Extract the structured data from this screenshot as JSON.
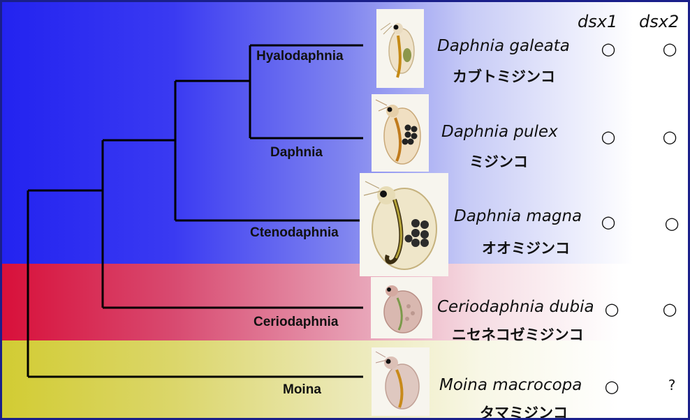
{
  "columns": {
    "dsx1": "dsx1",
    "dsx2": "dsx2"
  },
  "band_colors": {
    "blue": "#2323f0",
    "red": "#d8103a",
    "yellow": "#d2cc33"
  },
  "clades": [
    {
      "name": "Hyalodaphnia"
    },
    {
      "name": "Daphnia"
    },
    {
      "name": "Ctenodaphnia"
    },
    {
      "name": "Ceriodaphnia"
    },
    {
      "name": "Moina"
    }
  ],
  "species": [
    {
      "scientific": "Daphnia galeata",
      "japanese": "カブトミジンコ",
      "dsx1": "○",
      "dsx2": "○"
    },
    {
      "scientific": "Daphnia pulex",
      "japanese": "ミジンコ",
      "dsx1": "○",
      "dsx2": "○"
    },
    {
      "scientific": "Daphnia magna",
      "japanese": "オオミジンコ",
      "dsx1": "○",
      "dsx2": "○"
    },
    {
      "scientific": "Ceriodaphnia dubia",
      "japanese": "ニセネコゼミジンコ",
      "dsx1": "○",
      "dsx2": "○"
    },
    {
      "scientific": "Moina macrocopa",
      "japanese": "タマミジンコ",
      "dsx1": "○",
      "dsx2": "?"
    }
  ]
}
